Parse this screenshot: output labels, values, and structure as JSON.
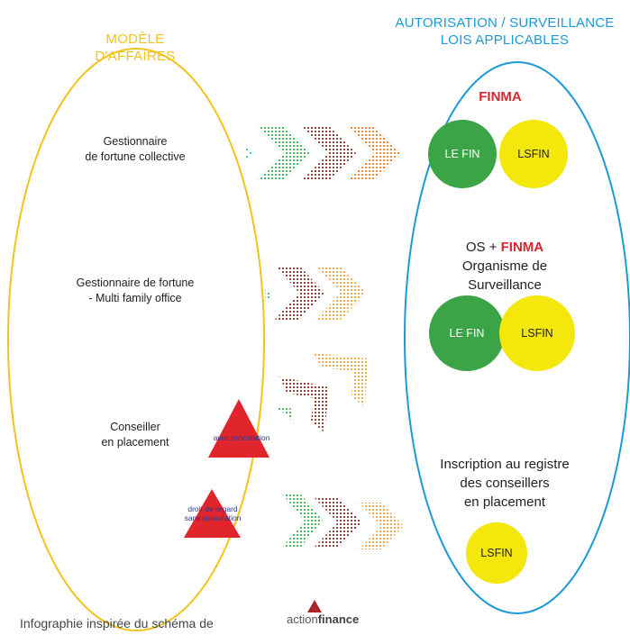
{
  "header_left": {
    "line1": "MODÈLE",
    "line2": "D'AFFAIRES"
  },
  "header_right": {
    "line1": "AUTORISATION / SURVEILLANCE",
    "line2": "LOIS APPLICABLES"
  },
  "left_labels": {
    "collective": {
      "line1": "Gestionnaire",
      "line2": "de fortune collective"
    },
    "mfo": {
      "line1": "Gestionnaire de fortune",
      "line2": "- Multi family office"
    },
    "conseiller": {
      "line1": "Conseiller",
      "line2": "en placement"
    }
  },
  "triangles": {
    "avec": "avec procuration",
    "droit_line1": "droit de regard",
    "droit_line2": "sans procuration"
  },
  "right_sections": {
    "finma_title": "FINMA",
    "circle_lefin": "LE FIN",
    "circle_lsfin": "LSFIN",
    "os_prefix": "OS + ",
    "os_finma": "FINMA",
    "os_line2": "Organisme de",
    "os_line3": "Surveillance",
    "reg_line1": "Inscription au registre",
    "reg_line2": "des conseillers",
    "reg_line3": "en placement"
  },
  "footer": {
    "text": "Infographie inspirée du schéma de",
    "brand_part1": "action",
    "brand_part2": "finance"
  },
  "colors": {
    "yellow": "#f2c21d",
    "blue": "#1b9ad6",
    "green": "#3aa447",
    "circle_yellow": "#f3e70b",
    "red": "#d8262e",
    "triangle_red": "#e0262c"
  }
}
